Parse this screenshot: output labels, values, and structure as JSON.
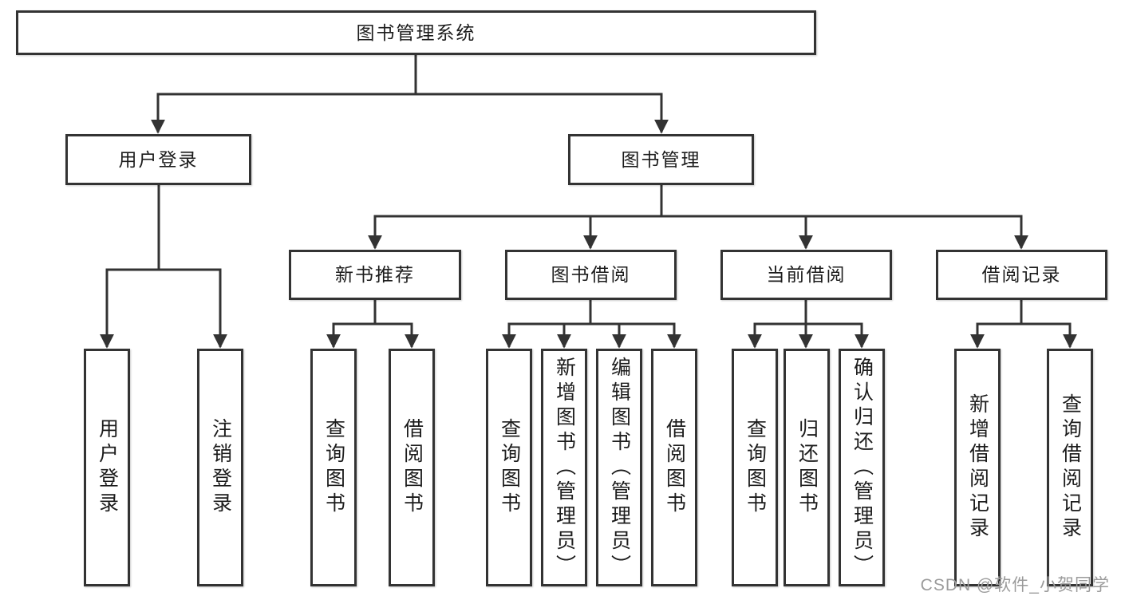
{
  "diagram": {
    "type": "tree",
    "watermark": "CSDN @软件_小贺同学",
    "colors": {
      "line": "#333333",
      "text": "#1c1c1c",
      "watermark": "#9b9b9b",
      "background": "#ffffff"
    },
    "root": {
      "label": "图书管理系统",
      "children": [
        {
          "label": "用户登录",
          "children": [
            {
              "label": "用户登录"
            },
            {
              "label": "注销登录"
            }
          ]
        },
        {
          "label": "图书管理",
          "children": [
            {
              "label": "新书推荐",
              "children": [
                {
                  "label": "查询图书"
                },
                {
                  "label": "借阅图书"
                }
              ]
            },
            {
              "label": "图书借阅",
              "children": [
                {
                  "label": "查询图书"
                },
                {
                  "label": "新增图书（管理员）"
                },
                {
                  "label": "编辑图书（管理员）"
                },
                {
                  "label": "借阅图书"
                }
              ]
            },
            {
              "label": "当前借阅",
              "children": [
                {
                  "label": "查询图书"
                },
                {
                  "label": "归还图书"
                },
                {
                  "label": "确认归还（管理员）"
                }
              ]
            },
            {
              "label": "借阅记录",
              "children": [
                {
                  "label": "新增借阅记录"
                },
                {
                  "label": "查询借阅记录"
                }
              ]
            }
          ]
        }
      ]
    }
  }
}
